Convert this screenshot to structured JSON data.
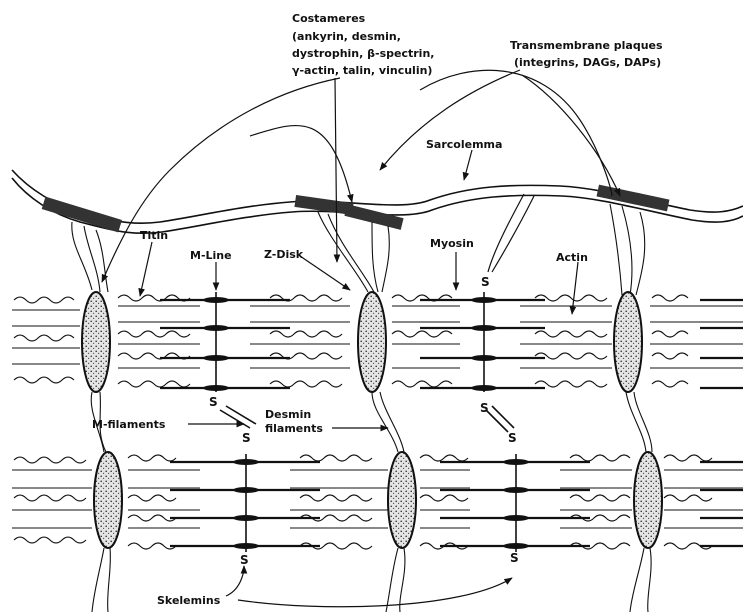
{
  "labels": {
    "costameres": [
      "Costameres",
      "(ankyrin, desmin,",
      "dystrophin, β-spectrin,",
      "γ-actin, talin, vinculin)"
    ],
    "transmembrane_plaques": [
      "Transmembrane plaques",
      "(integrins, DAGs, DAPs)"
    ],
    "sarcolemma": "Sarcolemma",
    "titin": "Titin",
    "m_line": "M-Line",
    "z_disk": "Z-Disk",
    "myosin": "Myosin",
    "actin": "Actin",
    "m_filaments": "M-filaments",
    "desmin_filaments": [
      "Desmin",
      "filaments"
    ],
    "skelemins": "Skelemins",
    "s_marker": "S"
  },
  "colors": {
    "ink": "#111111",
    "disk_fill": "#d9d9d9",
    "background": "#ffffff"
  }
}
